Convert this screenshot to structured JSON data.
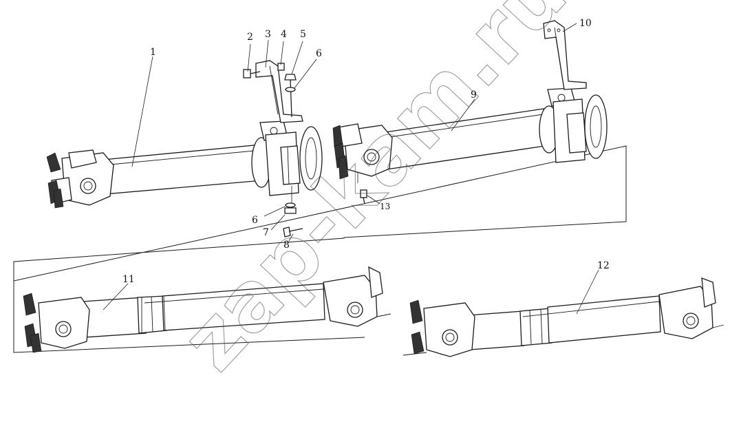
{
  "watermark": "zap-kam.ru",
  "callouts": [
    {
      "id": "1",
      "text": "1"
    },
    {
      "id": "2",
      "text": "2"
    },
    {
      "id": "3",
      "text": "3"
    },
    {
      "id": "4",
      "text": "4"
    },
    {
      "id": "5",
      "text": "5"
    },
    {
      "id": "6a",
      "text": "6"
    },
    {
      "id": "6b",
      "text": "6"
    },
    {
      "id": "7",
      "text": "7"
    },
    {
      "id": "8",
      "text": "8"
    },
    {
      "id": "9",
      "text": "9"
    },
    {
      "id": "10",
      "text": "10"
    },
    {
      "id": "11",
      "text": "11"
    },
    {
      "id": "12",
      "text": "12"
    },
    {
      "id": "13",
      "text": "13"
    }
  ]
}
